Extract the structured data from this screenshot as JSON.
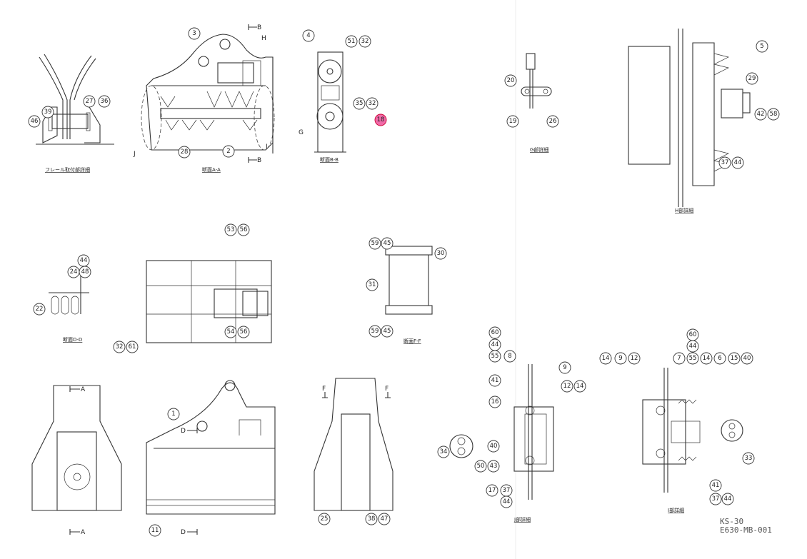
{
  "drawing": {
    "model": "KS-30",
    "number": "E630-MB-001",
    "highlight_color": "#f06aa8"
  },
  "captions": {
    "flail": "フレール取付部詳細",
    "section_aa": "断面A-A",
    "section_bb": "断面B-B",
    "detail_g": "G部詳細",
    "detail_h": "H部詳細",
    "section_dd": "断面D-D",
    "section_ff": "断面F-F",
    "detail_j": "J部詳細",
    "detail_i": "I部詳細"
  },
  "section_marks": {
    "b_top": "B",
    "b_bottom": "B",
    "a_top": "A",
    "a_bottom": "A",
    "d_top": "D",
    "d_bottom": "D",
    "f_left": "F",
    "f_right": "F",
    "h": "H",
    "j": "J",
    "i": "I",
    "g": "G"
  },
  "balloons": [
    "46",
    "39",
    "27",
    "36",
    "3",
    "28",
    "2",
    "4",
    "51",
    "32",
    "35",
    "32",
    "18",
    "20",
    "19",
    "26",
    "5",
    "29",
    "42",
    "58",
    "37",
    "44",
    "44",
    "48",
    "24",
    "22",
    "53",
    "56",
    "32",
    "61",
    "54",
    "56",
    "59",
    "45",
    "31",
    "30",
    "59",
    "45",
    "34",
    "1",
    "11",
    "25",
    "38",
    "47",
    "60",
    "44",
    "55",
    "8",
    "9",
    "41",
    "12",
    "14",
    "16",
    "40",
    "50",
    "43",
    "17",
    "37",
    "44",
    "14",
    "9",
    "12",
    "7",
    "55",
    "14",
    "6",
    "15",
    "40",
    "60",
    "44",
    "41",
    "37",
    "44",
    "33"
  ]
}
